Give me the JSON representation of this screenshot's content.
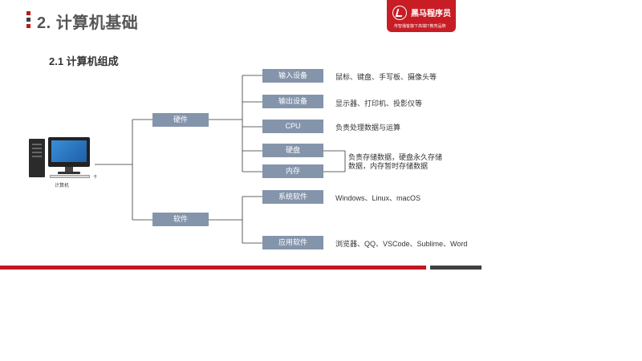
{
  "header": {
    "title": "2. 计算机基础",
    "bar_colors": [
      "#c11920",
      "#404040",
      "#c11920"
    ]
  },
  "logo": {
    "name": "黑马程序员",
    "tagline": "传智播客旗下高端IT教育品牌",
    "color": "#c81d25"
  },
  "section": {
    "title": "2.1 计算机组成"
  },
  "computer": {
    "label": "计算机",
    "small_mark": "卡"
  },
  "diagram": {
    "node_color": "#8494ab",
    "level1": {
      "hardware": "硬件",
      "software": "软件"
    },
    "hardware_items": [
      {
        "label": "输入设备",
        "desc": "鼠标、键盘、手写板、摄像头等"
      },
      {
        "label": "输出设备",
        "desc": "显示器、打印机、投影仪等"
      },
      {
        "label": "CPU",
        "desc": "负责处理数据与运算"
      },
      {
        "label": "硬盘",
        "desc": ""
      },
      {
        "label": "内存",
        "desc": ""
      }
    ],
    "storage_desc": "负责存储数据，硬盘永久存储数据，内存暂时存储数据",
    "software_items": [
      {
        "label": "系统软件",
        "desc": "Windows、Linux、macOS"
      },
      {
        "label": "应用软件",
        "desc": "浏览器、QQ、VSCode、Sublime、Word"
      }
    ]
  },
  "footer": {
    "red": "#c11920",
    "gray": "#404040"
  }
}
